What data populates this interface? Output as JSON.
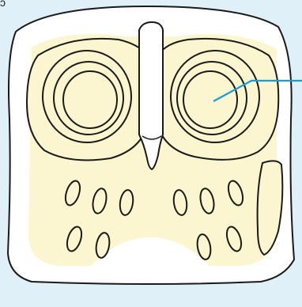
{
  "figure": {
    "corner_label": "ɔ",
    "colors": {
      "background": "#dff0f8",
      "panel": "#ffffff",
      "yellow_fill": "#fbf6cf",
      "outline": "#1a1a1a",
      "pointer": "#1b9bd1"
    },
    "eyes": {
      "count": 2,
      "rings_per_eye": 3
    },
    "body_spots": {
      "left_group": 5,
      "right_group": 6
    }
  }
}
